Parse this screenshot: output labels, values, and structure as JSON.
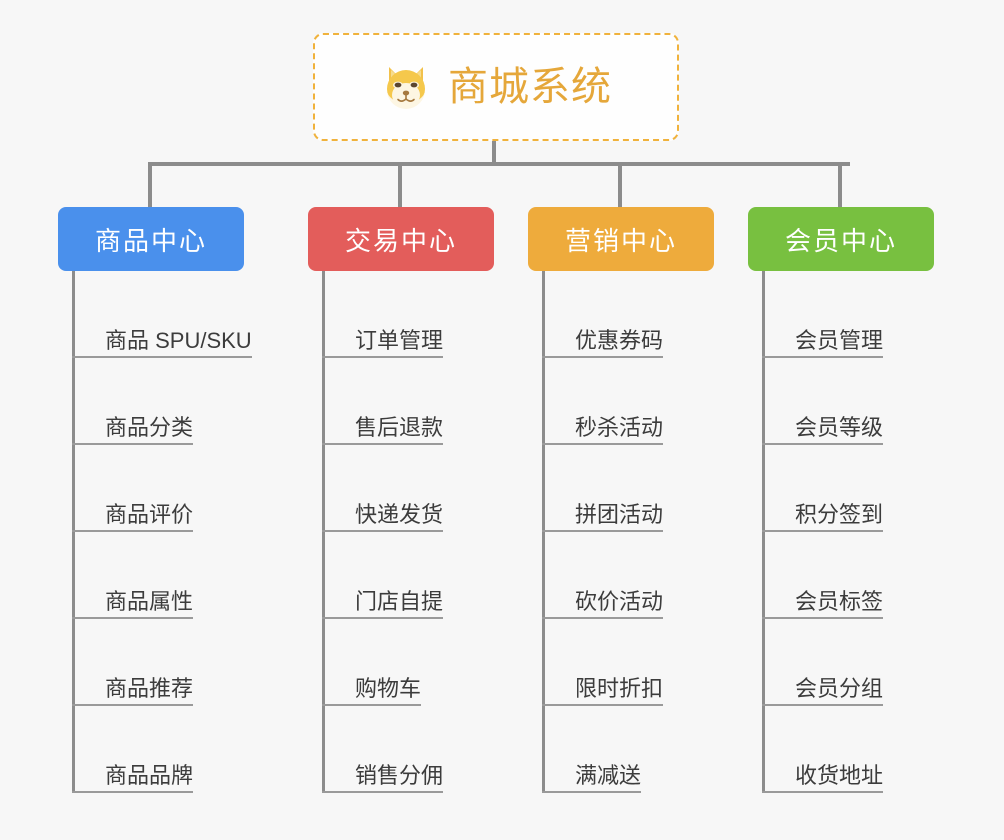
{
  "root": {
    "title": "商城系统",
    "icon": "shiba-dog-icon",
    "border_color": "#f0b23c",
    "title_color": "#e5a73a"
  },
  "theme": {
    "background": "#f7f7f7",
    "connector_color": "#8c8c8c",
    "leaf_text_color": "#3c3c3c",
    "leaf_rule_color": "#9a9a9a"
  },
  "branches": [
    {
      "label": "商品中心",
      "color": "#4a90ec",
      "items": [
        "商品 SPU/SKU",
        "商品分类",
        "商品评价",
        "商品属性",
        "商品推荐",
        "商品品牌"
      ]
    },
    {
      "label": "交易中心",
      "color": "#e35d5b",
      "items": [
        "订单管理",
        "售后退款",
        "快递发货",
        "门店自提",
        "购物车",
        "销售分佣"
      ]
    },
    {
      "label": "营销中心",
      "color": "#eeab3c",
      "items": [
        "优惠券码",
        "秒杀活动",
        "拼团活动",
        "砍价活动",
        "限时折扣",
        "满减送"
      ]
    },
    {
      "label": "会员中心",
      "color": "#78c040",
      "items": [
        "会员管理",
        "会员等级",
        "积分签到",
        "会员标签",
        "会员分组",
        "收货地址"
      ]
    }
  ]
}
